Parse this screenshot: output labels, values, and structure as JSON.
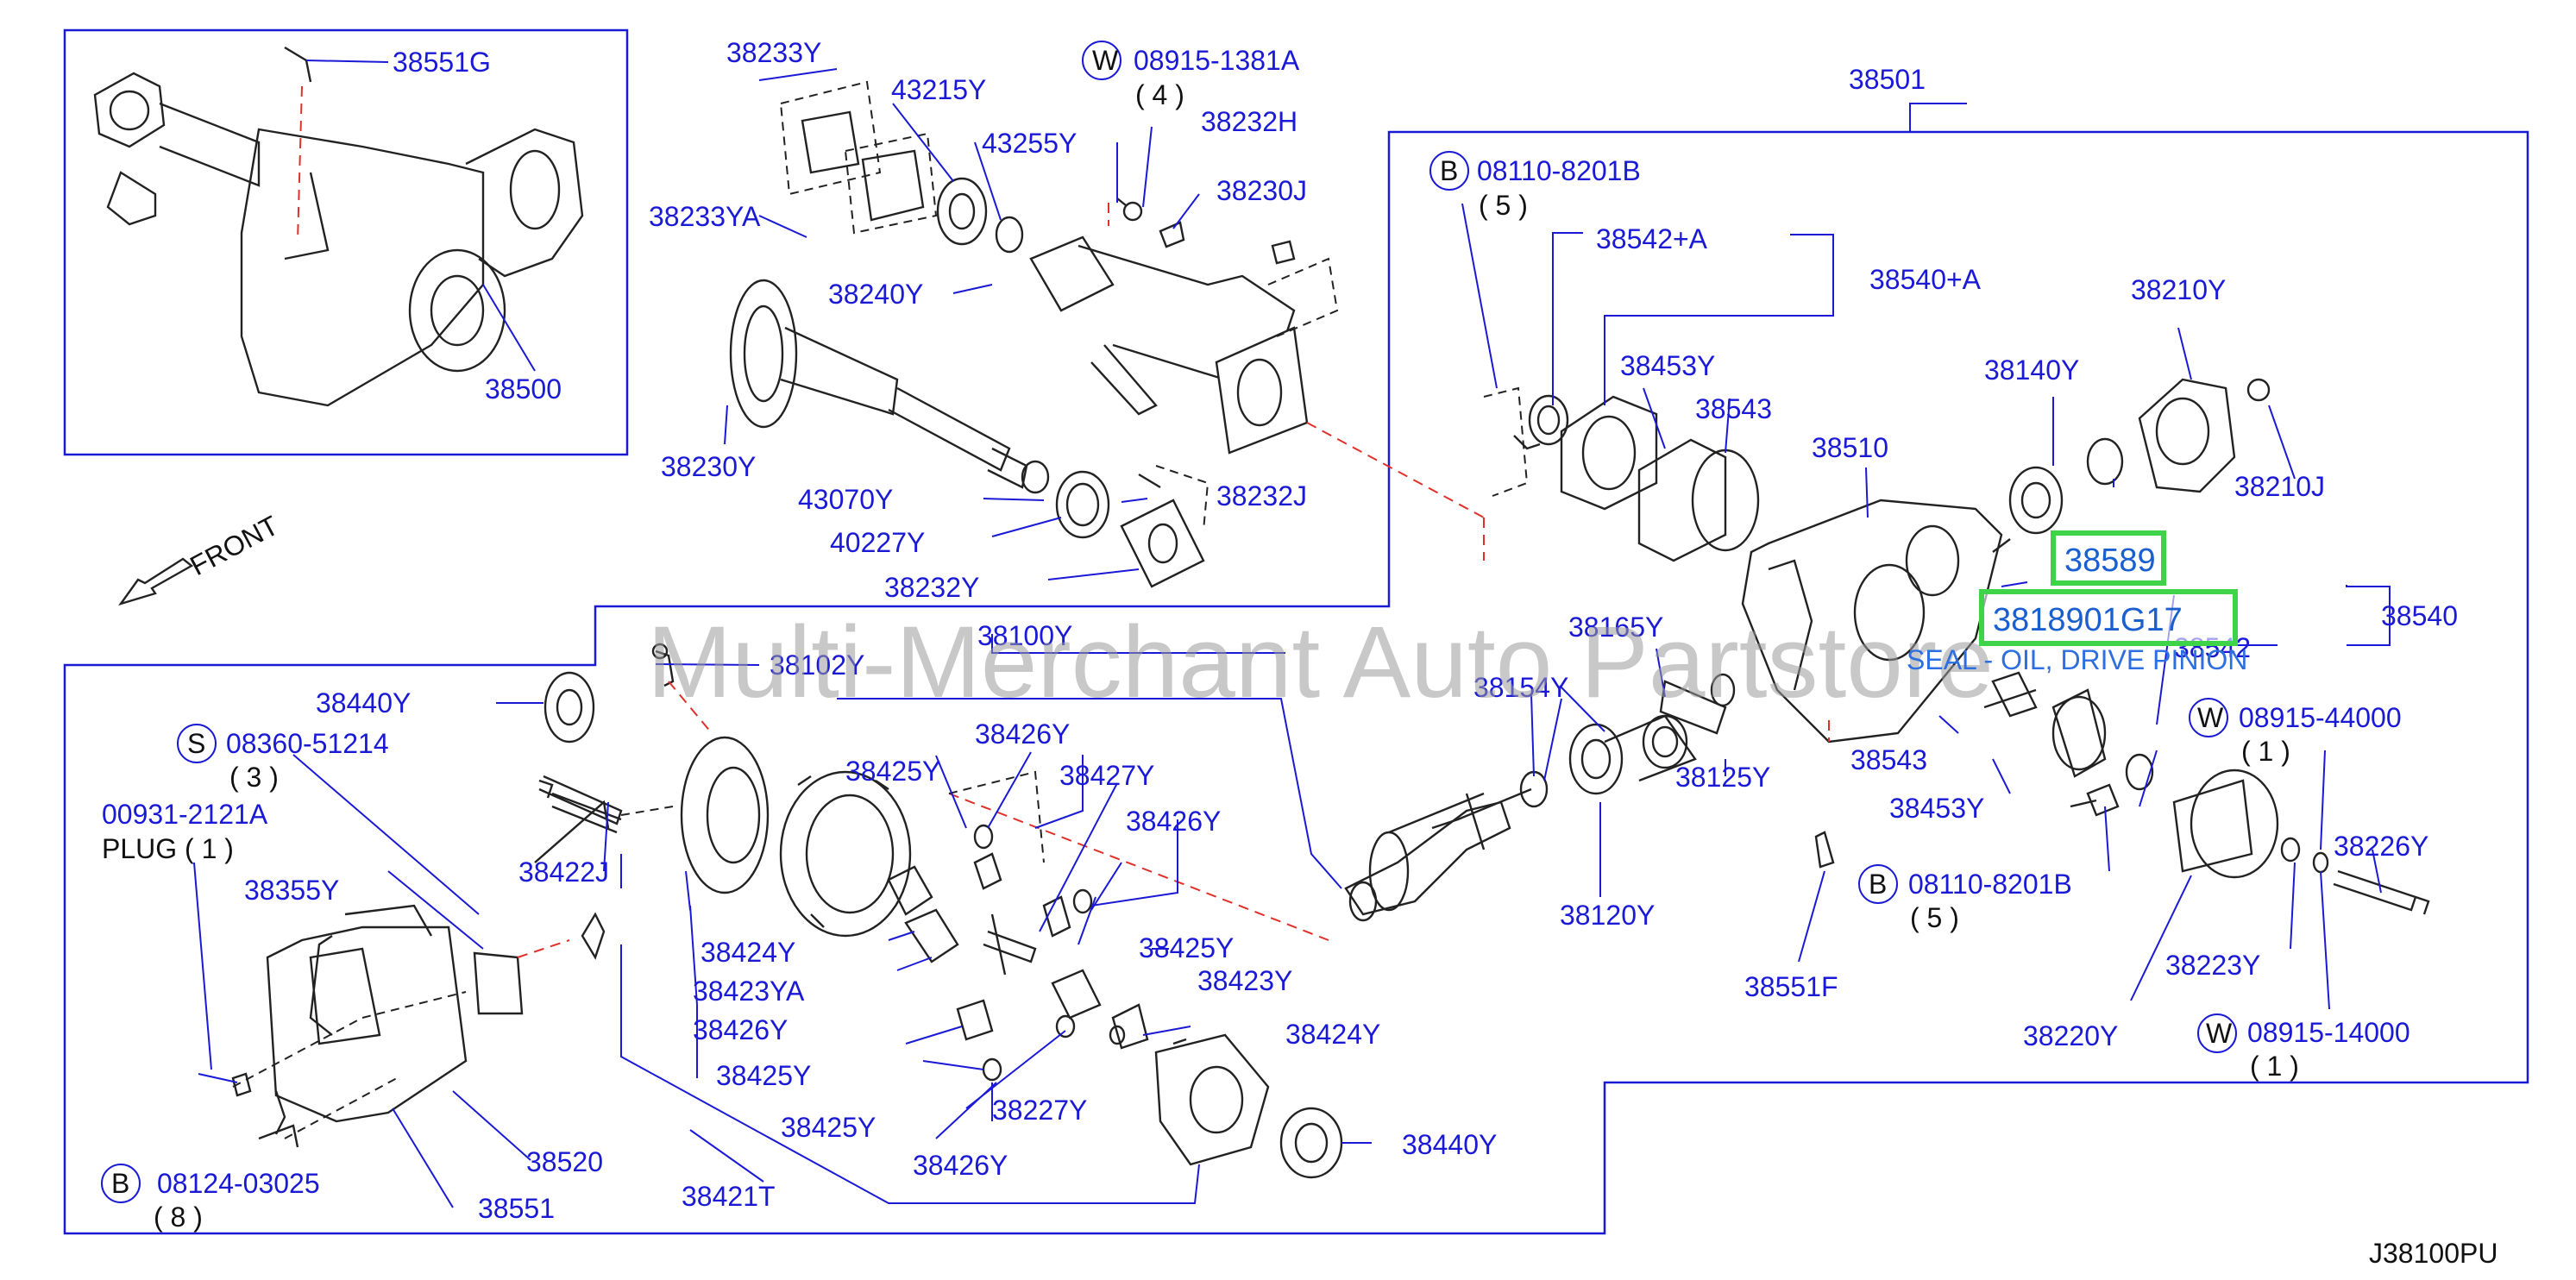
{
  "title_code": "J38100PU",
  "watermark": "Multi-Merchant Auto Partstore",
  "front_label": "FRONT",
  "highlight": {
    "part_a": "38589",
    "part_b": "3818901G17",
    "description": "SEAL - OIL, DRIVE PINION",
    "color": "#3fd34a"
  },
  "colors": {
    "label": "#1a1ad6",
    "frame": "#1a1ad6",
    "leader_red": "#e0302a"
  },
  "labels": {
    "l38551G": "38551G",
    "l38500": "38500",
    "l38233Y": "38233Y",
    "l43215Y": "43215Y",
    "l43255Y": "43255Y",
    "w1381A": "08915-1381A",
    "w1381A_qty": "( 4 )",
    "l38232H": "38232H",
    "l38230J": "38230J",
    "l38233YA": "38233YA",
    "l38240Y": "38240Y",
    "l38230Y": "38230Y",
    "l43070Y": "43070Y",
    "l40227Y": "40227Y",
    "l38232J": "38232J",
    "l38232Y": "38232Y",
    "l38501": "38501",
    "b8201B_top": "08110-8201B",
    "b8201B_top_qty": "( 5 )",
    "l38542A": "38542+A",
    "l38540A": "38540+A",
    "l38210Y": "38210Y",
    "l38453Y_top": "38453Y",
    "l38543_top": "38543",
    "l38510": "38510",
    "l38140Y": "38140Y",
    "l38210J": "38210J",
    "l38540": "38540",
    "l38542": "38542",
    "l38165Y": "38165Y",
    "l38154Y": "38154Y",
    "l38125Y": "38125Y",
    "l38543_bot": "38543",
    "l38453Y_bot": "38453Y",
    "w44000": "08915-44000",
    "w44000_qty": "( 1 )",
    "l38226Y": "38226Y",
    "b8201B_bot": "08110-8201B",
    "b8201B_bot_qty": "( 5 )",
    "l38120Y": "38120Y",
    "l38551F": "38551F",
    "l38223Y": "38223Y",
    "l38220Y": "38220Y",
    "w14000": "08915-14000",
    "w14000_qty": "( 1 )",
    "l38100Y": "38100Y",
    "l38102Y": "38102Y",
    "l38440Y_top": "38440Y",
    "s51214": "08360-51214",
    "s51214_qty": "( 3 )",
    "p2121A": "00931-2121A",
    "plug": "PLUG ( 1 )",
    "l38355Y": "38355Y",
    "l38422J": "38422J",
    "l38426Y_a": "38426Y",
    "l38425Y_a": "38425Y",
    "l38427Y": "38427Y",
    "l38426Y_b": "38426Y",
    "l38424Y_a": "38424Y",
    "l38423YA": "38423YA",
    "l38426Y_c": "38426Y",
    "l38425Y_b": "38425Y",
    "l38425Y_c": "38425Y",
    "l38423Y": "38423Y",
    "l38424Y_b": "38424Y",
    "l38227Y": "38227Y",
    "l38425Y_d": "38425Y",
    "l38426Y_d": "38426Y",
    "l38440Y_bot": "38440Y",
    "l38520": "38520",
    "l38551": "38551",
    "l38421T": "38421T",
    "b03025": "08124-03025",
    "b03025_qty": "( 8 )"
  },
  "circle_letters": {
    "w": "W",
    "b": "B",
    "s": "S"
  }
}
